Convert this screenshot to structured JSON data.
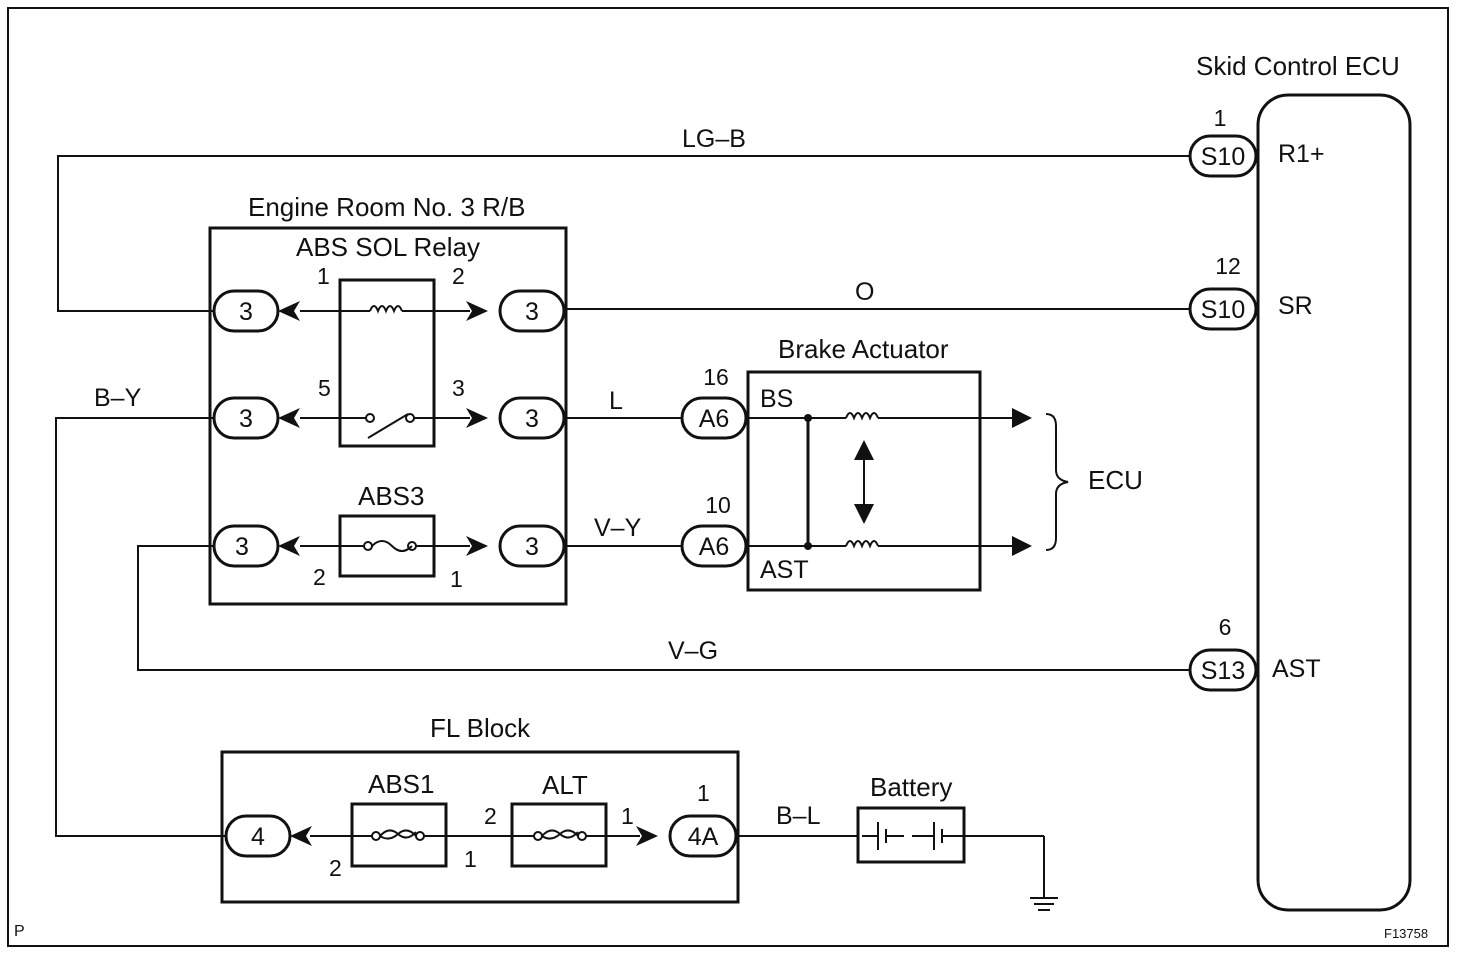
{
  "figure_id": "F13758",
  "corner_mark": "P",
  "ecu": {
    "title": "Skid Control ECU",
    "terminals": [
      {
        "pin": "1",
        "connector": "S10",
        "terminal": "R1+"
      },
      {
        "pin": "12",
        "connector": "S10",
        "terminal": "SR"
      },
      {
        "pin": "6",
        "connector": "S13",
        "terminal": "AST"
      }
    ]
  },
  "relay_block": {
    "title": "Engine Room No. 3 R/B",
    "relay_title": "ABS SOL Relay",
    "relay_pins": [
      "1",
      "2",
      "5",
      "3"
    ],
    "fuse_title": "ABS3",
    "fuse_pins": [
      "2",
      "1"
    ],
    "connector_label": "3"
  },
  "actuator": {
    "title": "Brake Actuator",
    "bs_pin": "16",
    "ast_pin": "10",
    "connector": "A6",
    "bs_label": "BS",
    "ast_label": "AST",
    "output_label": "ECU"
  },
  "fl_block": {
    "title": "FL Block",
    "fuse1": "ABS1",
    "fuse2": "ALT",
    "left_connector": "4",
    "right_connector": "4A",
    "pins": {
      "right_conn": "1",
      "alt_left": "2",
      "alt_right": "1",
      "abs1_left": "2",
      "abs1_right": "1"
    }
  },
  "battery": {
    "title": "Battery"
  },
  "wires": {
    "lg_b": "LG–B",
    "o": "O",
    "b_y": "B–Y",
    "l": "L",
    "v_y": "V–Y",
    "v_g": "V–G",
    "b_l": "B–L"
  }
}
